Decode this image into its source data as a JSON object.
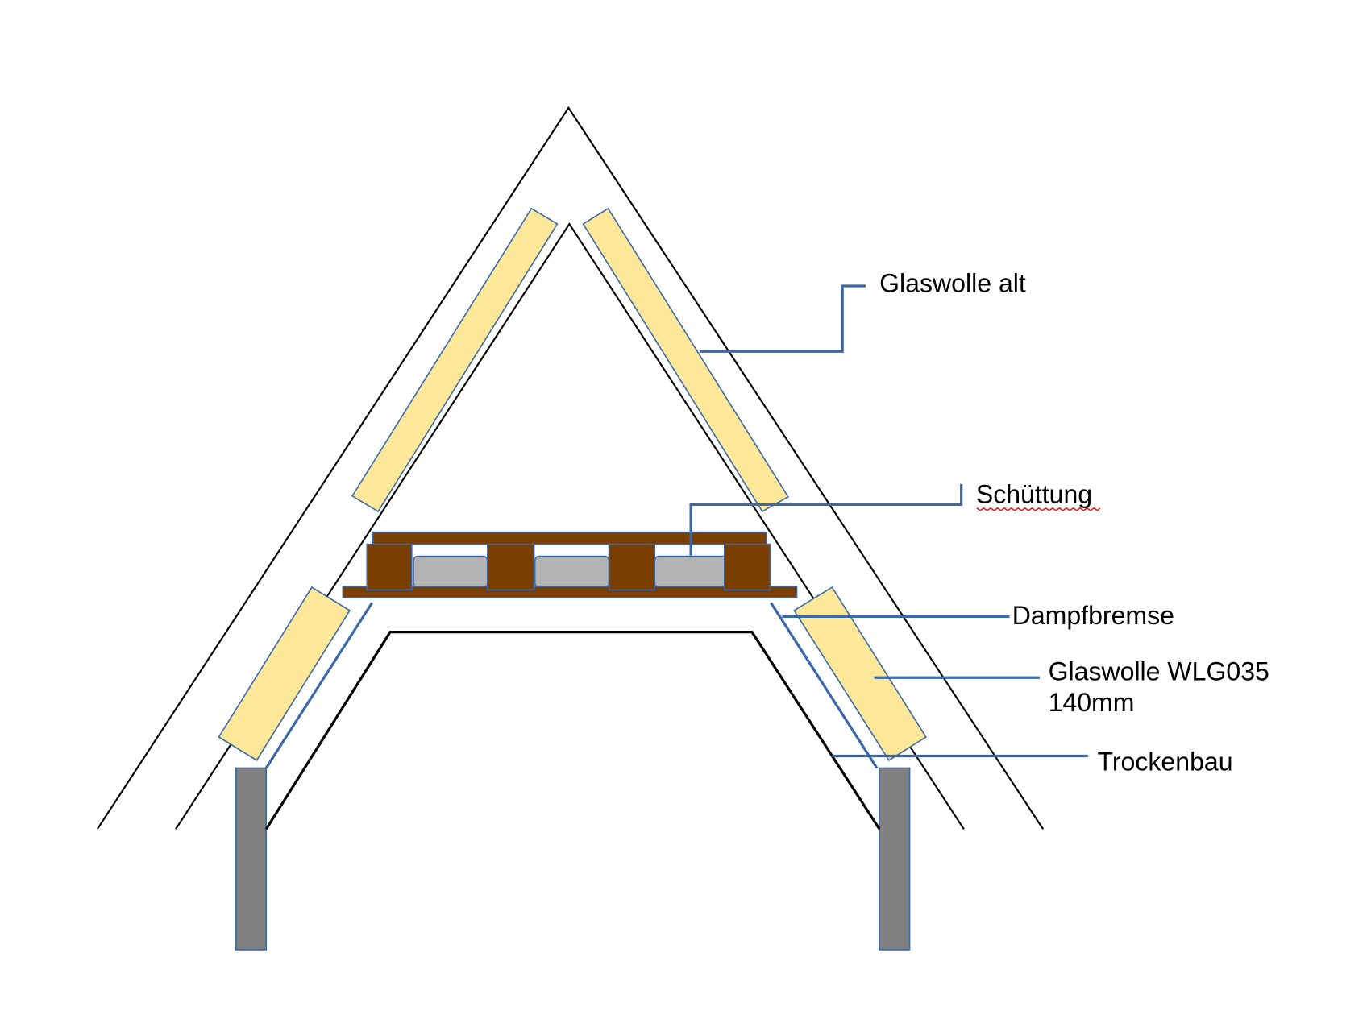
{
  "colors": {
    "insulation": "#fde89a",
    "wood": "#7a3e02",
    "fill_gravel": "#b3b3b3",
    "post": "#808080",
    "leader": "#3a68a8",
    "spellcheck": "#e02020"
  },
  "labels": {
    "glaswolle_alt": "Glaswolle alt",
    "schuettung": "Schüttung",
    "dampfbremse": "Dampfbremse",
    "glaswolle_wlg_line1": "Glaswolle WLG035",
    "glaswolle_wlg_line2": "140mm",
    "trockenbau": "Trockenbau"
  }
}
